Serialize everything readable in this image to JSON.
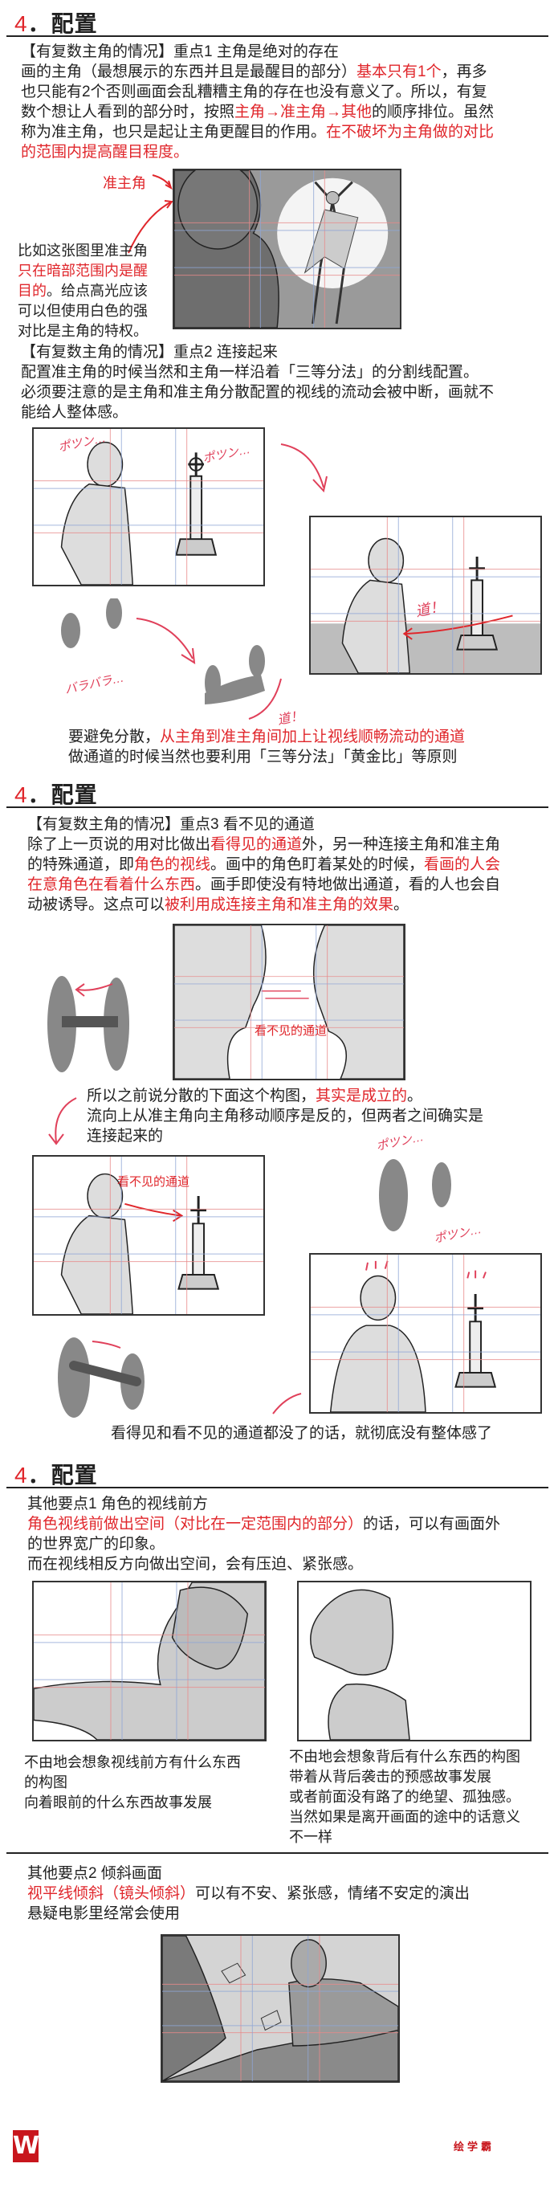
{
  "sections": [
    {
      "number": "4",
      "title": "．配置"
    },
    {
      "number": "4",
      "title": "．配置"
    },
    {
      "number": "4",
      "title": "．配置"
    }
  ],
  "s1": {
    "para1": [
      [
        {
          "t": "【有复数主角的情况】重点1 主角是绝对的存在"
        }
      ],
      [
        {
          "t": "画的主角（最想展示的东西并且是最醒目的部分）"
        },
        {
          "t": "基本只有1个",
          "r": true
        },
        {
          "t": "，再多"
        }
      ],
      [
        {
          "t": "也只能有2个否则画面会乱糟糟主角的存在也没有意义了。所以，有复"
        }
      ],
      [
        {
          "t": "数个想让人看到的部分时，按照"
        },
        {
          "t": "主角→准主角→其他",
          "r": true
        },
        {
          "t": "的顺序排位。虽然"
        }
      ],
      [
        {
          "t": "称为准主角，也只是起让主角更醒目的作用。"
        },
        {
          "t": "在不破坏为主角做的对比",
          "r": true
        }
      ],
      [
        {
          "t": "的范围内提高醒目程度。",
          "r": true
        }
      ]
    ],
    "label_sub": "准主角",
    "caption1": [
      [
        {
          "t": "比如这张图里准主角"
        }
      ],
      [
        {
          "t": "只在暗部范围内是醒",
          "r": true
        }
      ],
      [
        {
          "t": "目的",
          "r": true
        },
        {
          "t": "。给点高光应该"
        }
      ],
      [
        {
          "t": "可以但使用白色的强"
        }
      ],
      [
        {
          "t": "对比是主角的特权。"
        }
      ]
    ],
    "para2": [
      [
        {
          "t": "【有复数主角的情况】重点2 连接起来"
        }
      ],
      [
        {
          "t": "配置准主角的时候当然和主角一样沿着「三等分法」的分割线配置。"
        }
      ],
      [
        {
          "t": "必须要注意的是主角和准主角分散配置的视线的流动会被中断，画就不"
        }
      ],
      [
        {
          "t": "能给人整体感。"
        }
      ]
    ],
    "sfx_pon_a": "ポツン…",
    "sfx_pon_b": "ポツン…",
    "sfx_bara": "バラバラ…",
    "sfx_michi_a": "道！",
    "sfx_michi_b": "道！",
    "caption2": [
      [
        {
          "t": "要避免分散，"
        },
        {
          "t": "从主角到准主角间加上让视线顺畅流动的通道",
          "r": true
        }
      ],
      [
        {
          "t": "做通道的时候当然也要利用「三等分法」「黄金比」等原则"
        }
      ]
    ]
  },
  "s2": {
    "para": [
      [
        {
          "t": "【有复数主角的情况】重点3 看不见的通道"
        }
      ],
      [
        {
          "t": "除了上一页说的用对比做出"
        },
        {
          "t": "看得见的通道",
          "r": true
        },
        {
          "t": "外，另一种连接主角和准主角"
        }
      ],
      [
        {
          "t": "的特殊通道，即"
        },
        {
          "t": "角色的视线",
          "r": true
        },
        {
          "t": "。画中的角色盯着某处的时候，"
        },
        {
          "t": "看画的人会",
          "r": true
        }
      ],
      [
        {
          "t": "在意角色在看着什么东西",
          "r": true
        },
        {
          "t": "。画手即使没有特地做出通道，看的人也会自"
        }
      ],
      [
        {
          "t": "动被诱导。这点可以"
        },
        {
          "t": "被利用成连接主角和准主角的效果",
          "r": true
        },
        {
          "t": "。"
        }
      ]
    ],
    "label_invisible_a": "看不见的通道",
    "caption1": [
      [
        {
          "t": "所以之前说分散的下面这个构图，"
        },
        {
          "t": "其实是成立的",
          "r": true
        },
        {
          "t": "。"
        }
      ],
      [
        {
          "t": "流向上从准主角向主角移动顺序是反的，但两者之间确实是"
        }
      ],
      [
        {
          "t": "连接起来的"
        }
      ]
    ],
    "label_invisible_b": "看不见的通道",
    "sfx_pon_a": "ポツン…",
    "sfx_pon_b": "ポツン…",
    "caption2": [
      [
        {
          "t": "看得见和看不见的通道都没了的话，就彻底没有整体感了"
        }
      ]
    ]
  },
  "s3": {
    "para1": [
      [
        {
          "t": "其他要点1 角色的视线前方"
        }
      ],
      [
        {
          "t": "角色视线前做出空间（对比在一定范围内的部分）",
          "r": true
        },
        {
          "t": "的话，可以有画面外"
        }
      ],
      [
        {
          "t": "的世界宽广的印象。"
        }
      ],
      [
        {
          "t": "而在视线相反方向做出空间，会有压迫、紧张感。"
        }
      ]
    ],
    "caption_left": [
      [
        {
          "t": "不由地会想象视线前方有什么东西"
        }
      ],
      [
        {
          "t": "的构图"
        }
      ],
      [
        {
          "t": "向着眼前的什么东西故事发展"
        }
      ]
    ],
    "caption_right": [
      [
        {
          "t": "不由地会想象背后有什么东西的构图"
        }
      ],
      [
        {
          "t": "带着从背后袭击的预感故事发展"
        }
      ],
      [
        {
          "t": "或者前面没有路了的绝望、孤独感。"
        }
      ],
      [
        {
          "t": "当然如果是离开画面的途中的话意义"
        }
      ],
      [
        {
          "t": "不一样"
        }
      ]
    ],
    "para2": [
      [
        {
          "t": "其他要点2 倾斜画面"
        }
      ],
      [
        {
          "t": "视平线倾斜（镜头倾斜）",
          "r": true
        },
        {
          "t": "可以有不安、紧张感，情绪不安定的演出"
        }
      ],
      [
        {
          "t": "悬疑电影里经常会使用"
        }
      ]
    ]
  },
  "footer": {
    "logo": "W",
    "brand": "绘学霸"
  },
  "colors": {
    "accent_red": "#e0262b",
    "text": "#222222",
    "guide_red": "#e88a8a",
    "guide_blue": "#8fa6d6"
  }
}
